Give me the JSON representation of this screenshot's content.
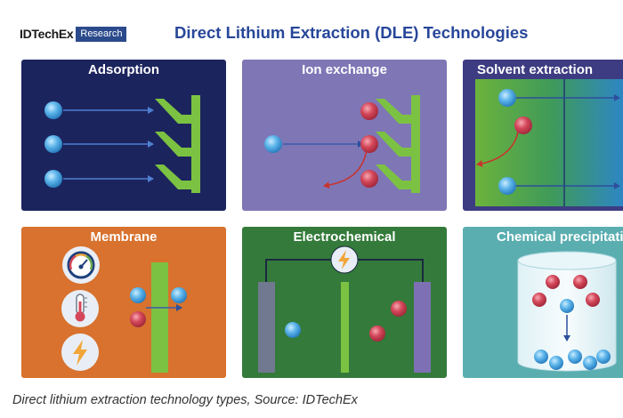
{
  "header": {
    "logo_name": "IDTechEx",
    "logo_tag": "Research",
    "title": "Direct Lithium Extraction (DLE) Technologies"
  },
  "panels": [
    {
      "label": "Adsorption",
      "color": "#1c245e"
    },
    {
      "label": "Ion exchange",
      "color": "#7f76b6"
    },
    {
      "label": "Solvent extraction",
      "color": "#3d3c82"
    },
    {
      "label": "Membrane",
      "color": "#d8722e"
    },
    {
      "label": "Electrochemical",
      "color": "#347a3a"
    },
    {
      "label": "Chemical precipitation",
      "color": "#5aaeb0"
    }
  ],
  "icons": [
    "pressure-gauge-icon",
    "thermometer-icon",
    "lightning-bolt-icon"
  ],
  "colors": {
    "lithium_ion": "#5cb4ea",
    "other_ion": "#d4475a",
    "adsorbent": "#7cc242",
    "arrow": "#3b5ca8",
    "reject_arrow": "#c8342e"
  },
  "caption": "Direct lithium extraction technology types, Source: IDTechEx"
}
